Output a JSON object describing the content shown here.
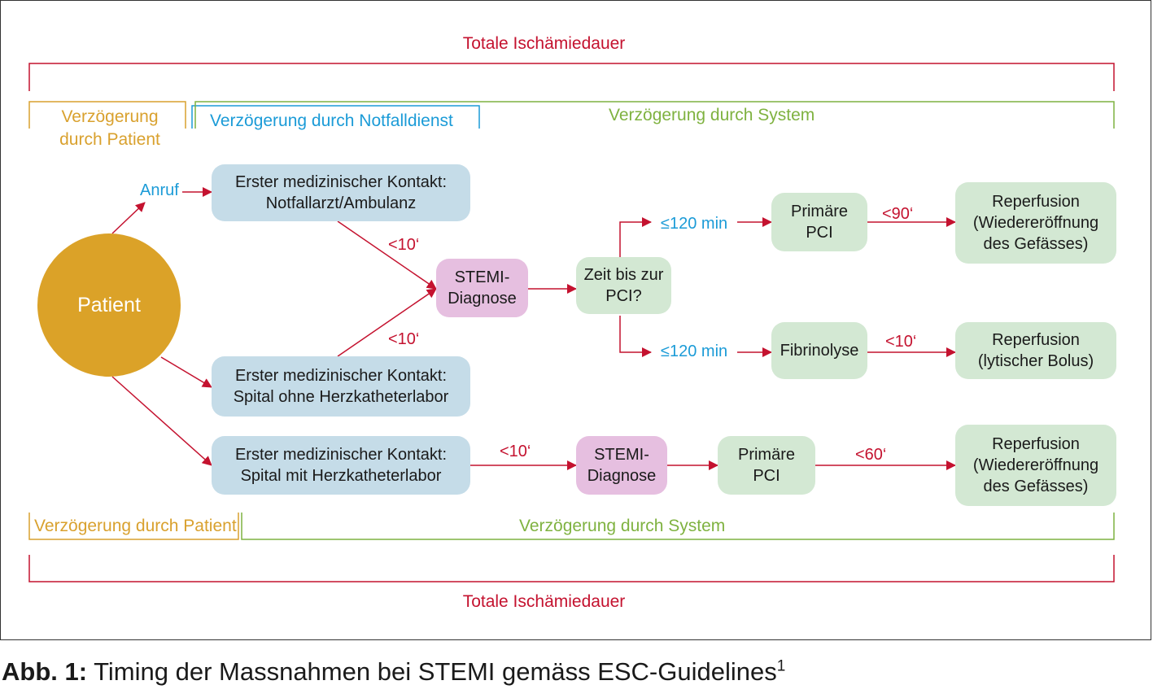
{
  "colors": {
    "red": "#c4122f",
    "orange": "#d9a12e",
    "blue": "#1b9bd7",
    "green": "#7fb240",
    "patient_circle": "#dba228",
    "contact_box": "#c5dce8",
    "diagnosis_box": "#e6bfe0",
    "treatment_box": "#d3e8d3"
  },
  "brackets": {
    "total_top": "Totale Ischämiedauer",
    "patient_delay_top": "Verzögerung\ndurch Patient",
    "emergency_delay_top": "Verzögerung durch Notfalldienst",
    "system_delay_top": "Verzögerung durch System",
    "patient_delay_bottom": "Verzögerung durch Patient",
    "system_delay_bottom": "Verzögerung durch System",
    "total_bottom": "Totale Ischämiedauer"
  },
  "patient": {
    "label": "Patient"
  },
  "call_label": "Anruf",
  "nodes": {
    "contact_ambulance": "Erster medizinischer Kontakt:\nNotfallarzt/Ambulanz",
    "contact_no_cathlab": "Erster medizinischer Kontakt:\nSpital ohne Herzkatheterlabor",
    "contact_cathlab": "Erster medizinischer Kontakt:\nSpital mit Herzkatheterlabor",
    "stemi_diagnosis_1": "STEMI-\nDiagnose",
    "time_to_pci": "Zeit bis zur\nPCI?",
    "primary_pci_1": "Primäre\nPCI",
    "reperfusion_1": "Reperfusion\n(Wiedereröffnung\ndes Gefässes)",
    "fibrinolysis": "Fibrinolyse",
    "reperfusion_2": "Reperfusion\n(lytischer Bolus)",
    "stemi_diagnosis_2": "STEMI-\nDiagnose",
    "primary_pci_2": "Primäre\nPCI",
    "reperfusion_3": "Reperfusion\n(Wiedereröffnung\ndes Gefässes)"
  },
  "edge_labels": {
    "ambulance_to_diagnosis": "<10‘",
    "hospital_to_diagnosis": "<10‘",
    "pci_branch": "≤120 min",
    "lysis_branch": "≤120 min",
    "pci_to_reperfusion": "<90‘",
    "lysis_to_reperfusion": "<10‘",
    "cathlab_to_diagnosis": "<10‘",
    "pci_to_reperfusion_bottom": "<60‘"
  },
  "caption": {
    "prefix": "Abb. 1:",
    "text": " Timing der Massnahmen bei STEMI gemäss ESC-Guidelines",
    "ref": "1"
  }
}
